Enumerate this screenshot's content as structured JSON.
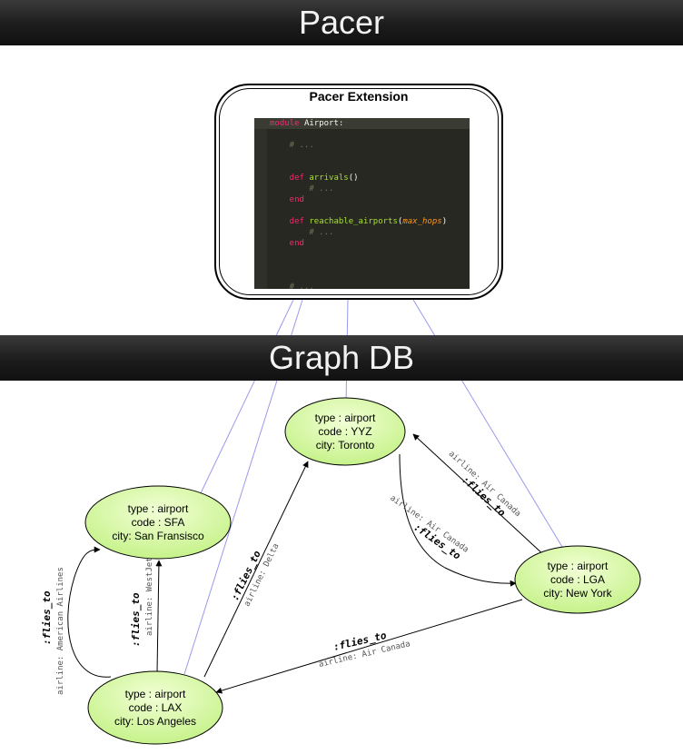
{
  "banners": {
    "pacer": "Pacer",
    "graph_db": "Graph DB"
  },
  "extension": {
    "title": "Pacer Extension",
    "code_lines": [
      [
        {
          "t": "module ",
          "c": "kw"
        },
        {
          "t": "Airport:",
          "c": ""
        }
      ],
      [],
      [
        {
          "t": "    # ...",
          "c": "cm"
        }
      ],
      [],
      [],
      [
        {
          "t": "    def ",
          "c": "kw"
        },
        {
          "t": "arrivals",
          "c": "fn"
        },
        {
          "t": "()",
          "c": ""
        }
      ],
      [
        {
          "t": "        # ...",
          "c": "cm"
        }
      ],
      [
        {
          "t": "    end",
          "c": "kw"
        }
      ],
      [],
      [
        {
          "t": "    def ",
          "c": "kw"
        },
        {
          "t": "reachable_airports",
          "c": "fn"
        },
        {
          "t": "(",
          "c": ""
        },
        {
          "t": "max_hops",
          "c": "pm"
        },
        {
          "t": ")",
          "c": ""
        }
      ],
      [
        {
          "t": "        # ...",
          "c": "cm"
        }
      ],
      [
        {
          "t": "    end",
          "c": "kw"
        }
      ],
      [],
      [],
      [],
      [
        {
          "t": "    # ...",
          "c": "cm"
        }
      ]
    ]
  },
  "colors": {
    "node_fill_light": "#f2ffd6",
    "node_fill_dark": "#c6f28a",
    "link_line": "#9999ee"
  },
  "nodes": {
    "yyz": {
      "type": "type : airport",
      "code": "code : YYZ",
      "city": "city: Toronto"
    },
    "sfa": {
      "type": "type : airport",
      "code": "code : SFA",
      "city": "city: San Fransisco"
    },
    "lga": {
      "type": "type : airport",
      "code": "code : LGA",
      "city": "city: New York"
    },
    "lax": {
      "type": "type : airport",
      "code": "code : LAX",
      "city": "city: Los Angeles"
    }
  },
  "edges": {
    "lax_sfa_left": {
      "label": ":flies_to",
      "airline": "airline: American Airlines"
    },
    "lax_sfa": {
      "label": ":flies_to",
      "airline": "airline: WestJet"
    },
    "lax_yyz": {
      "label": ":flies_to",
      "airline": "airline: Delta"
    },
    "lga_yyz": {
      "label": ":flies_to",
      "airline": "airline: Air Canada"
    },
    "yyz_lga": {
      "label": ":flies_to",
      "airline": "airline: Air Canada"
    },
    "lga_lax": {
      "label": ":flies_to",
      "airline": "airline: Air Canada"
    }
  }
}
